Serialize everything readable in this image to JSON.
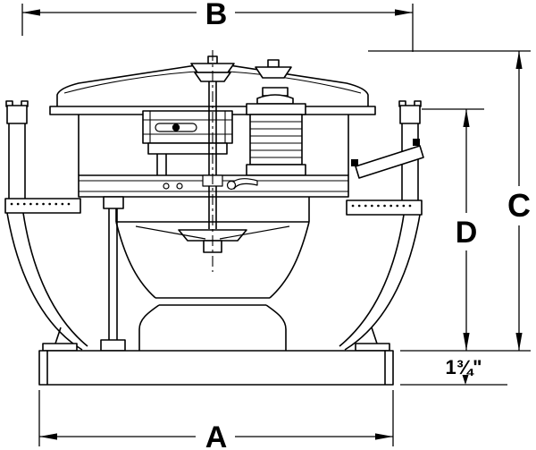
{
  "figure": {
    "kind": "technical dimension drawing",
    "subject": "belt-driven roof exhaust ventilator, side elevation",
    "background_color": "#ffffff",
    "line_color": "#000000"
  },
  "dimensions": {
    "width_top": {
      "label": "B"
    },
    "width_base": {
      "label": "A"
    },
    "height_overall": {
      "label": "C"
    },
    "height_windband": {
      "label": "D"
    },
    "base_flange_height": {
      "label": "1¾\""
    }
  }
}
